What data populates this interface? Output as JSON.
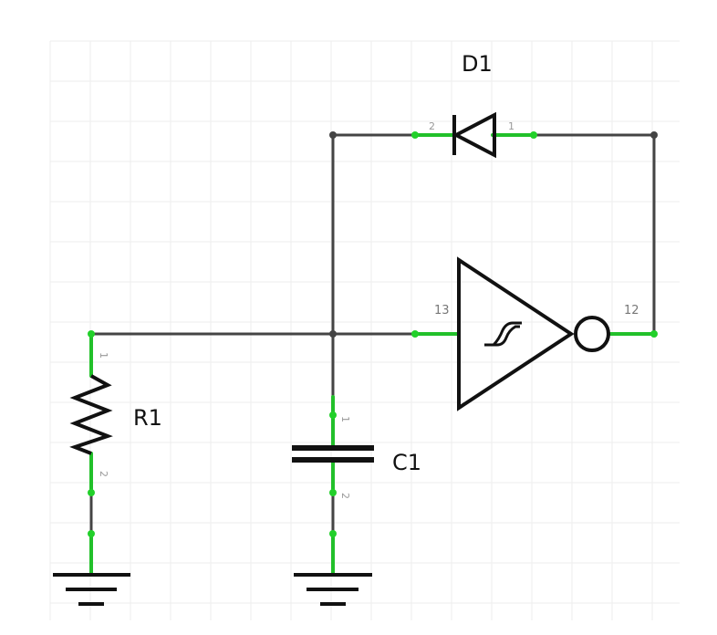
{
  "components": {
    "d1": {
      "ref": "D1",
      "pin_anode": "2",
      "pin_cathode": "1"
    },
    "r1": {
      "ref": "R1",
      "pin_top": "1",
      "pin_bottom": "2"
    },
    "c1": {
      "ref": "C1",
      "pin_top": "1",
      "pin_bottom": "2"
    },
    "inverter": {
      "pin_in": "13",
      "pin_out": "12"
    }
  },
  "colors": {
    "wire": "#444444",
    "pin": "#22c02a",
    "symbol": "#111111",
    "grid": "#eeeeee"
  }
}
